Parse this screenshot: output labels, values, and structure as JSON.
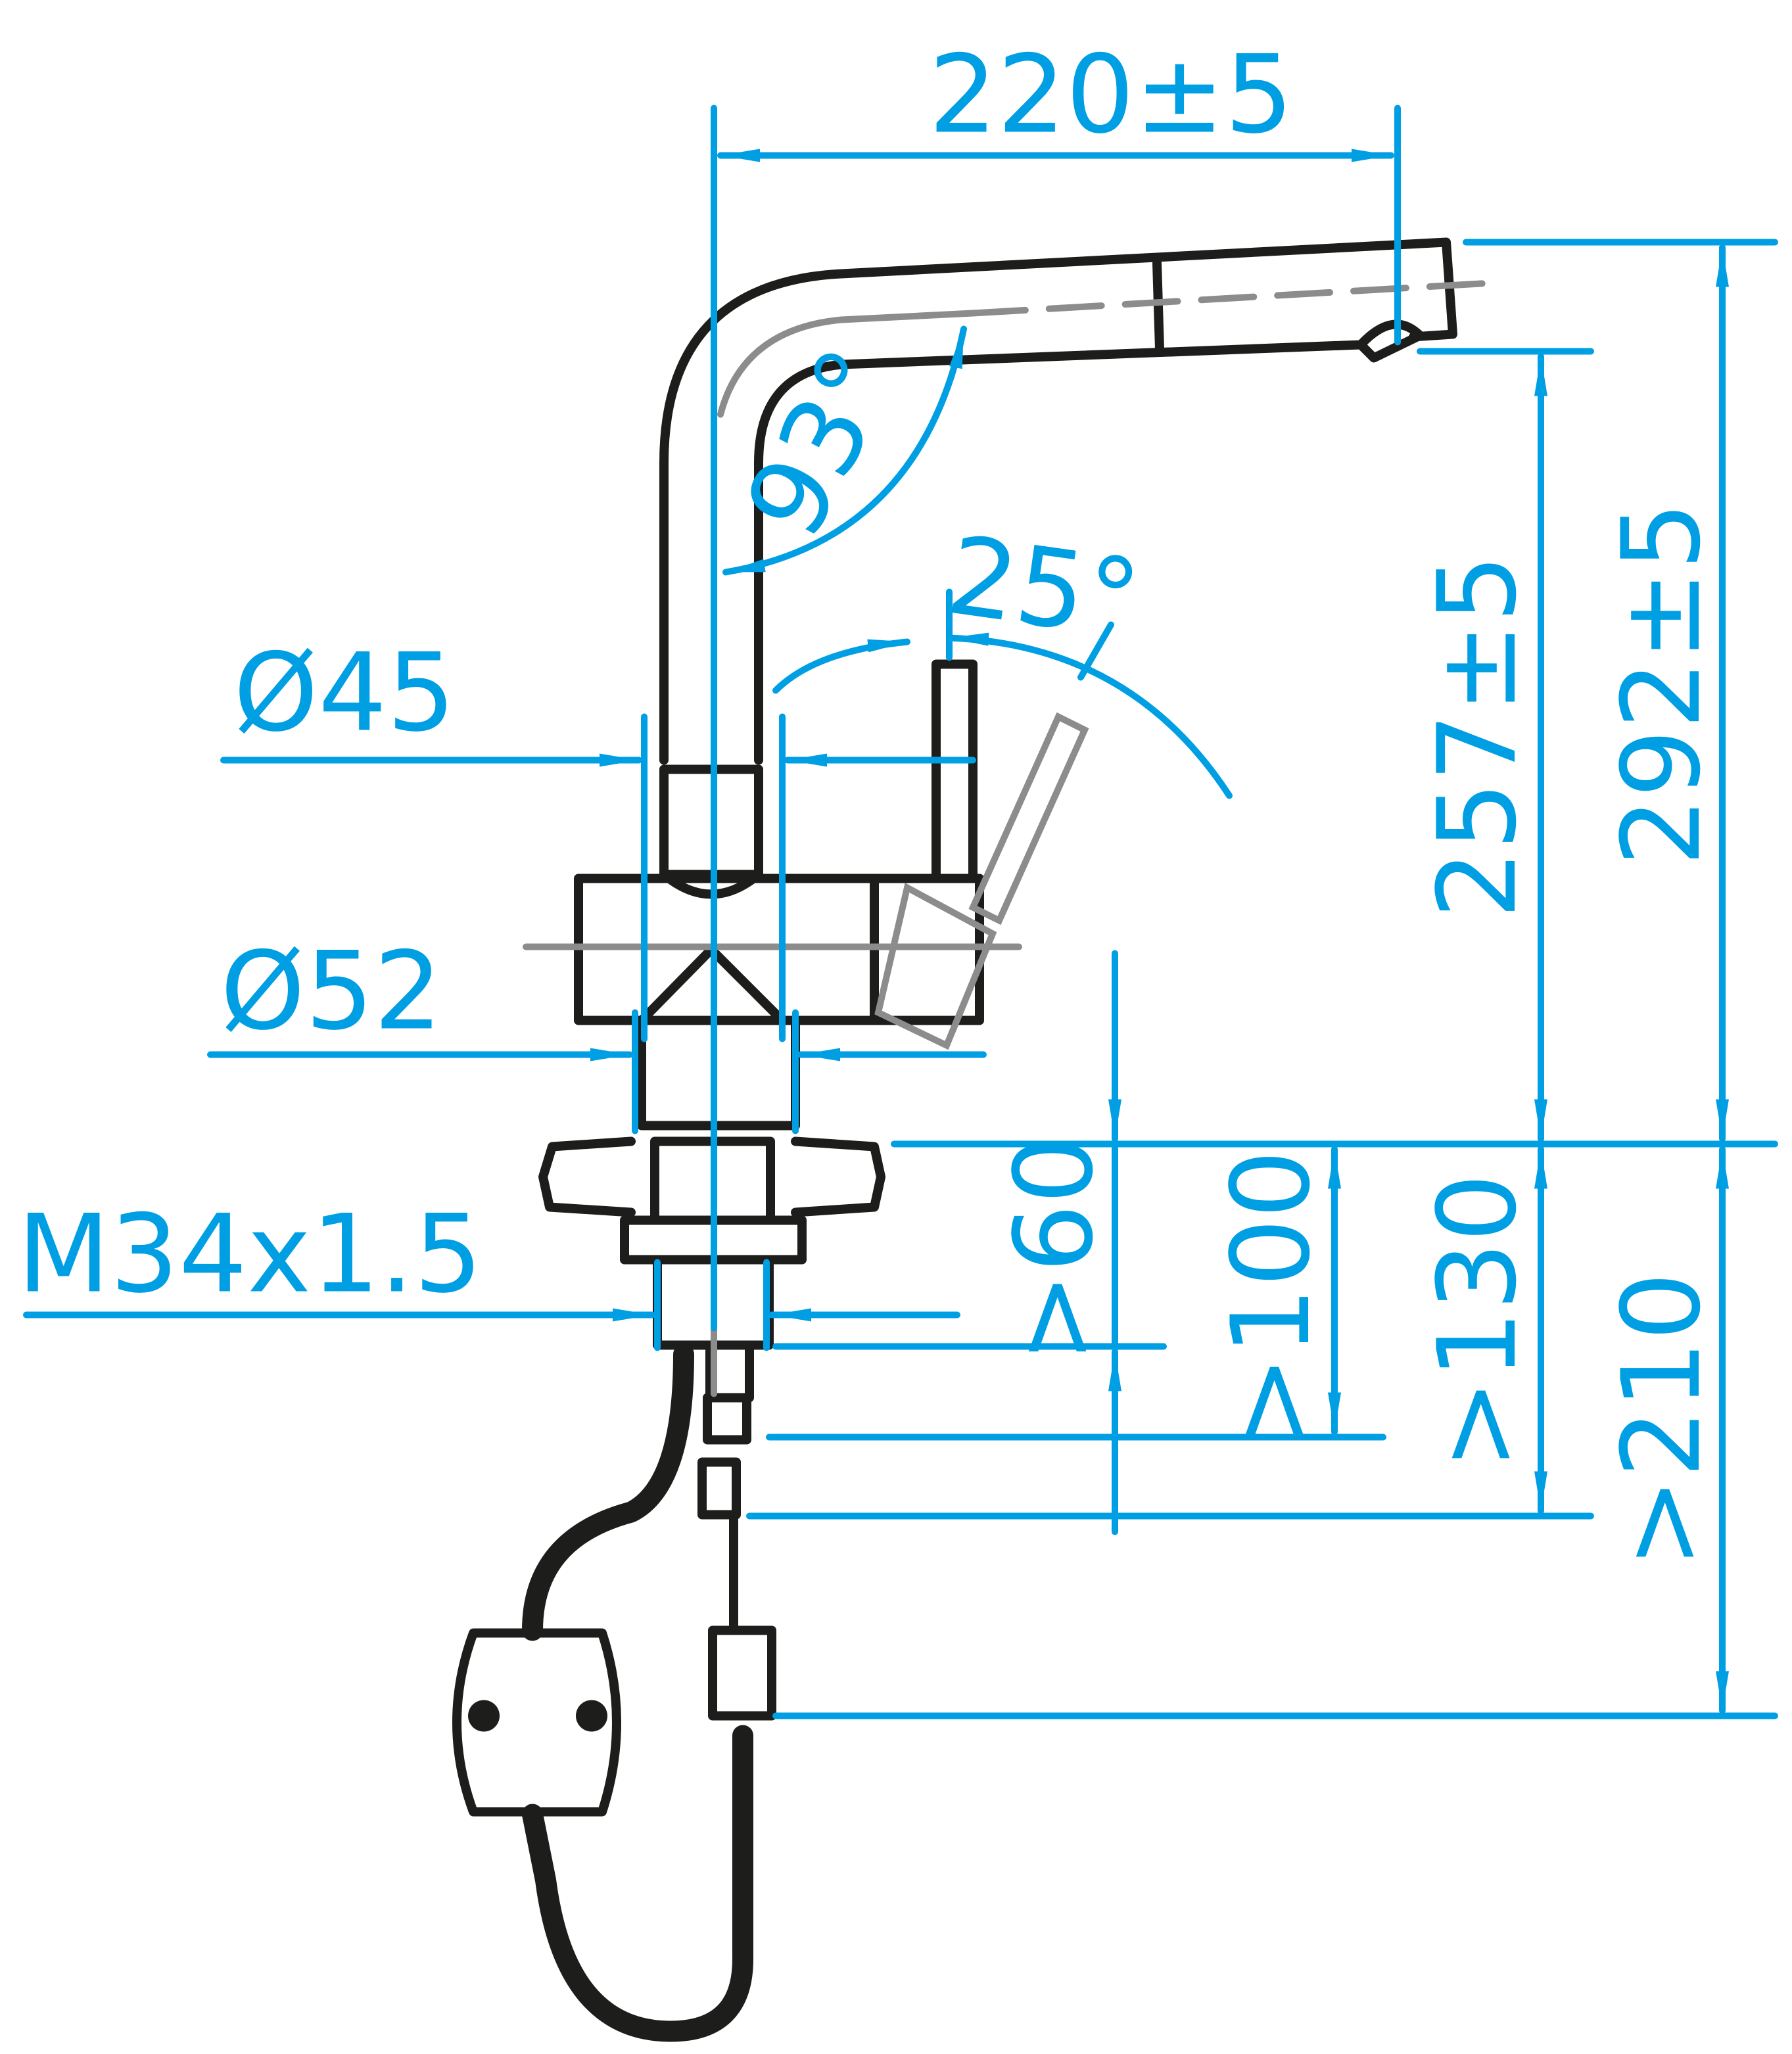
{
  "colors": {
    "dimension": "#009fe3",
    "outline": "#1d1d1b",
    "hidden_line": "#8c8c8c"
  },
  "dimensions": {
    "spout_reach": "220±5",
    "total_height": "292±5",
    "outlet_height": "257±5",
    "spout_angle": "93°",
    "lever_angle": "25°",
    "neck_diameter": "Ø45",
    "base_diameter": "Ø52",
    "thread": "M34x1.5",
    "min_60": ">60",
    "min_100": ">100",
    "min_130": ">130",
    "min_210": ">210"
  }
}
